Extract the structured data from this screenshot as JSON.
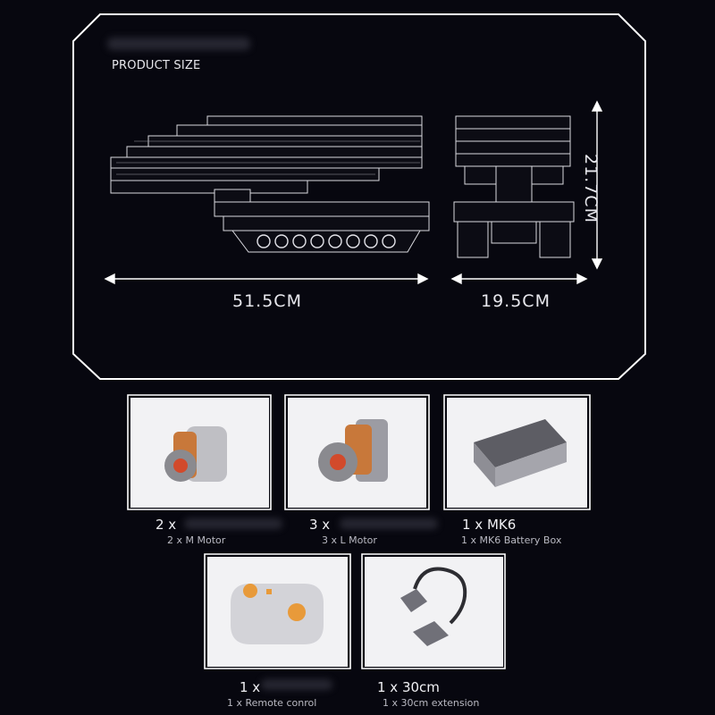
{
  "header": {
    "title": "PRODUCT SIZE"
  },
  "dimensions": {
    "length": "51.5CM",
    "width": "19.5CM",
    "height": "21.7CM"
  },
  "parts": [
    {
      "qty": "2 x",
      "desc": "2 x M  Motor"
    },
    {
      "qty": "3 x",
      "desc": "3 x L  Motor"
    },
    {
      "qty": "1 x MK6",
      "desc": "1 x MK6 Battery Box"
    },
    {
      "qty": "1 x",
      "desc": "1 x Remote conrol"
    },
    {
      "qty": "1 x 30cm",
      "desc": "1 x 30cm extension"
    }
  ],
  "colors": {
    "background": "#07070f",
    "line": "#ffffff",
    "card": "#f2f2f4",
    "motor_orange": "#c8783a"
  }
}
